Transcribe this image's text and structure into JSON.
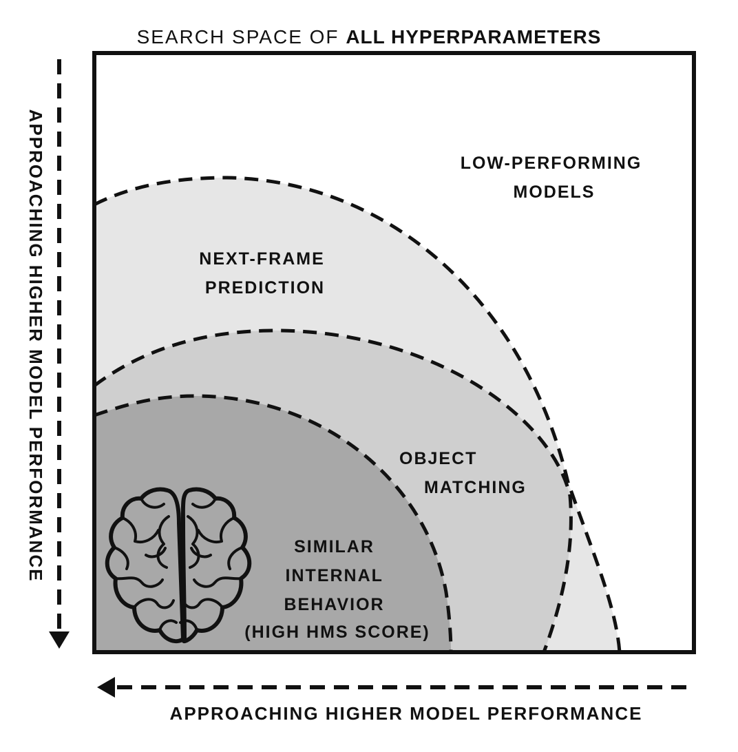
{
  "title": {
    "prefix": "SEARCH SPACE OF ",
    "emphasis": "ALL HYPERPARAMETERS"
  },
  "regions": {
    "low_performing": [
      "LOW-PERFORMING",
      "MODELS"
    ],
    "next_frame": [
      "NEXT-FRAME",
      "PREDICTION"
    ],
    "object_matching": [
      "OBJECT",
      "MATCHING"
    ],
    "similar_behavior": [
      "SIMILAR",
      "INTERNAL",
      "BEHAVIOR",
      "(HIGH HMS SCORE)"
    ]
  },
  "axes": {
    "x_label": "APPROACHING HIGHER MODEL PERFORMANCE",
    "y_label": "APPROACHING HIGHER MODEL PERFORMANCE"
  },
  "icons": {
    "brain": "brain-icon"
  },
  "colors": {
    "next_frame_fill": "#e6e6e6",
    "object_matching_fill": "#cfcfcf",
    "similar_behavior_fill": "#a8a8a8",
    "stroke": "#111111"
  }
}
